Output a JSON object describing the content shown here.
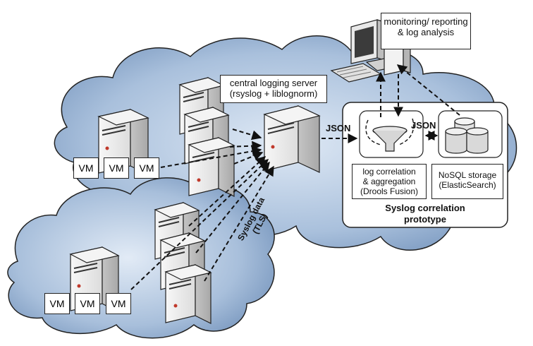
{
  "labels": {
    "monitoring": "monitoring/ reporting & log analysis",
    "central_server_line1": "central logging server",
    "central_server_line2": "(rsyslog + liblognorm)",
    "json_left": "JSON",
    "json_right": "JSON",
    "log_correlation_line1": "log correlation",
    "log_correlation_line2": "& aggregation",
    "log_correlation_line3": "(Drools Fusion)",
    "nosql_line1": "NoSQL storage",
    "nosql_line2": "(ElasticSearch)",
    "prototype_line1": "Syslog correlation",
    "prototype_line2": "prototype",
    "syslog_data_line1": "Syslog data",
    "syslog_data_line2": "(TLS)"
  },
  "vms": {
    "upper": [
      "VM",
      "VM",
      "VM"
    ],
    "lower": [
      "VM",
      "VM",
      "VM"
    ]
  },
  "colors": {
    "cloud_fill": "#9fb7d4",
    "cloud_stroke": "#222222",
    "server_light": "#ececec",
    "server_dark": "#b9b9b9",
    "arrow": "#111111",
    "led": "#c0392b"
  }
}
